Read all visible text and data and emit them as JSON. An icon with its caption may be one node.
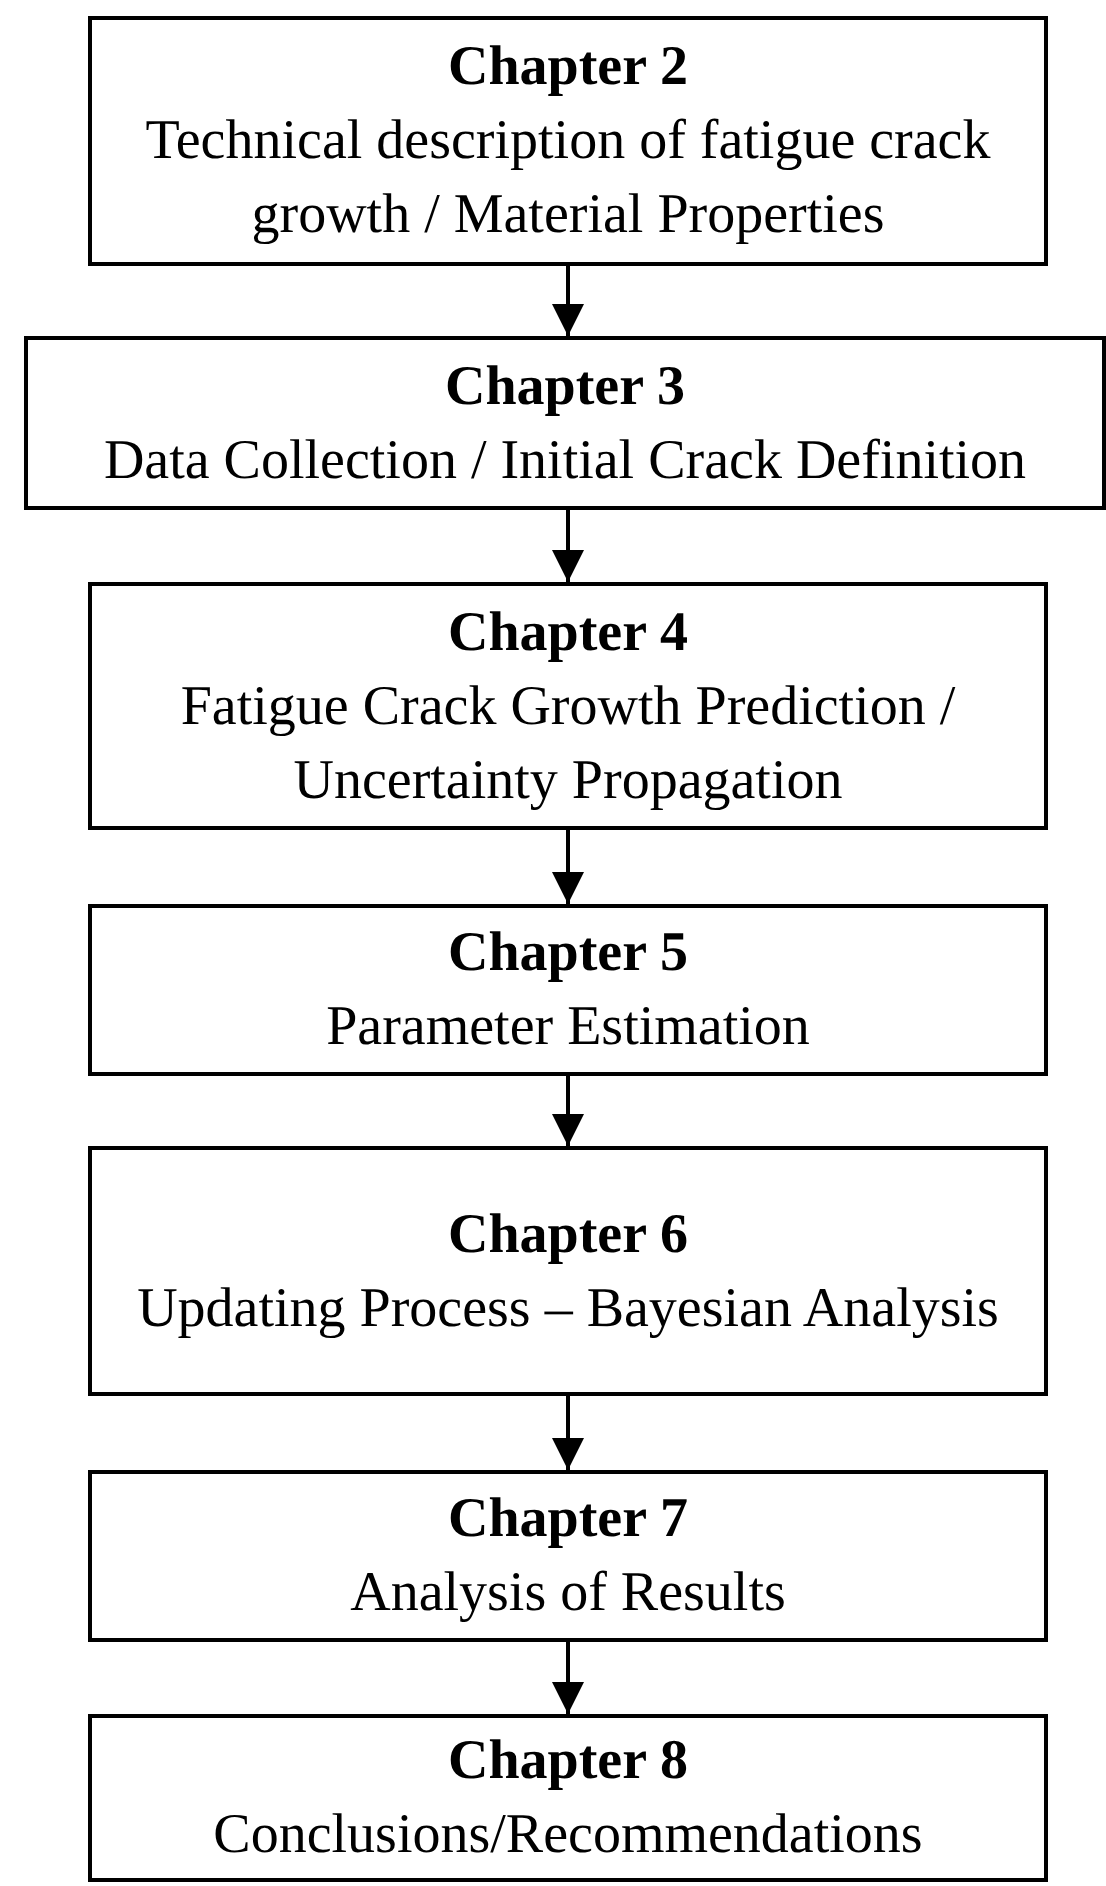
{
  "diagram": {
    "nodes": [
      {
        "text": [
          "Chapter 2",
          "Technical description of fatigue crack growth / Material Properties"
        ]
      },
      {
        "text": [
          "Chapter 3",
          "Data Collection / Initial Crack Definition"
        ]
      },
      {
        "text": [
          "Chapter 4",
          "Fatigue Crack Growth Prediction / Uncertainty Propagation"
        ]
      },
      {
        "text": [
          "Chapter 5",
          "Parameter Estimation"
        ]
      },
      {
        "text": [
          "Chapter 6",
          "Updating Process – Bayesian Analysis"
        ]
      },
      {
        "text": [
          "Chapter 7",
          "Analysis of Results"
        ]
      },
      {
        "text": [
          "Chapter 8",
          "Conclusions/Recommendations"
        ]
      }
    ],
    "edges": [
      {
        "from": 0,
        "to": 1,
        "arrow": "to"
      },
      {
        "from": 1,
        "to": 2,
        "arrow": "to"
      },
      {
        "from": 2,
        "to": 3,
        "arrow": "to"
      },
      {
        "from": 3,
        "to": 4,
        "arrow": "to"
      },
      {
        "from": 4,
        "to": 5,
        "arrow": "to"
      },
      {
        "from": 5,
        "to": 6,
        "arrow": "to"
      }
    ]
  }
}
